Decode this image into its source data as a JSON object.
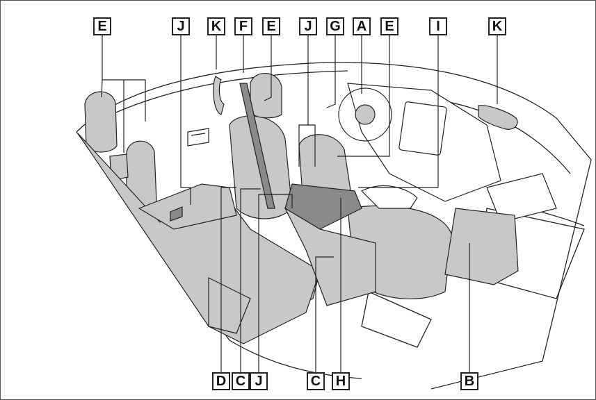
{
  "callouts": {
    "top": [
      "E",
      "J",
      "K",
      "F",
      "E",
      "J",
      "G",
      "A",
      "E",
      "I",
      "K"
    ],
    "bottom": [
      "D",
      "C",
      "J",
      "C",
      "H",
      "B"
    ]
  },
  "colors": {
    "line": "#222222",
    "seat_gray": "#c8c8c8",
    "highlight_dark": "#8a8a8a",
    "background": "#ffffff"
  }
}
